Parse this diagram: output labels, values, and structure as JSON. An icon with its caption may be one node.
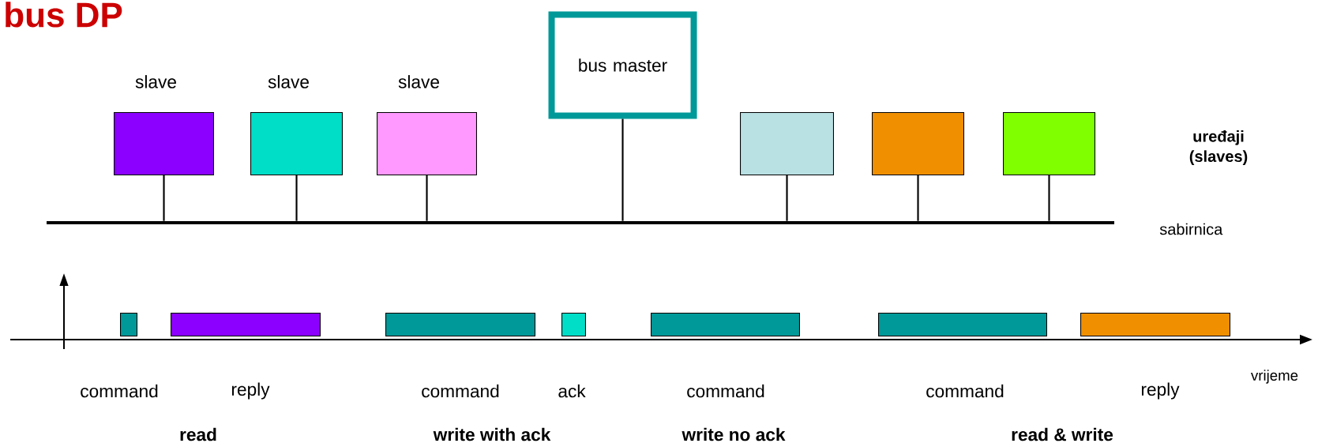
{
  "diagram": {
    "title": "bus DP",
    "nodes": [
      {
        "text": [
          "slave"
        ]
      },
      {
        "text": [
          "slave"
        ]
      },
      {
        "text": [
          "slave"
        ]
      },
      {
        "text": [
          "bus master"
        ]
      },
      {
        "text": [],
        "shape": "box"
      },
      {
        "text": [],
        "shape": "box"
      },
      {
        "text": [],
        "shape": "box"
      },
      {
        "text": [],
        "shape": "bar",
        "beside": [
          "sabirnica"
        ]
      },
      {
        "text": [],
        "shape": "box",
        "beside": [
          "command"
        ]
      },
      {
        "text": [],
        "shape": "box",
        "beside": [
          "reply"
        ]
      },
      {
        "text": [],
        "shape": "box",
        "beside": [
          "command"
        ]
      },
      {
        "text": [],
        "shape": "box",
        "beside": [
          "ack"
        ]
      },
      {
        "text": [],
        "shape": "box",
        "beside": [
          "command"
        ]
      },
      {
        "text": [],
        "shape": "box",
        "beside": [
          "command"
        ]
      },
      {
        "text": [],
        "shape": "box",
        "beside": [
          "reply"
        ]
      }
    ],
    "edges": [
      {
        "from": 0,
        "to": 7,
        "arrow": "none"
      },
      {
        "from": 1,
        "to": 7,
        "arrow": "none"
      },
      {
        "from": 2,
        "to": 7,
        "arrow": "none"
      },
      {
        "from": 3,
        "to": 7,
        "arrow": "none"
      },
      {
        "from": 4,
        "to": 7,
        "arrow": "none"
      },
      {
        "from": 5,
        "to": 7,
        "arrow": "none"
      },
      {
        "from": 6,
        "to": 7,
        "arrow": "none"
      }
    ],
    "labels": [
      "uređaji (slaves)",
      "vrijeme",
      "read",
      "write with ack",
      "write no ack",
      "read & write"
    ]
  }
}
